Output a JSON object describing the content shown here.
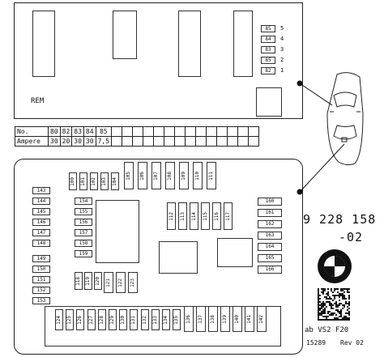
{
  "rem_label": "REM",
  "rem_fuses": [
    {
      "num": "85",
      "pos": "5"
    },
    {
      "num": "84",
      "pos": "4"
    },
    {
      "num": "83",
      "pos": "3"
    },
    {
      "num": "85",
      "pos": "2"
    },
    {
      "num": "82",
      "pos": "1"
    }
  ],
  "ampere_table": {
    "row_labels": [
      "No.",
      "Ampere"
    ],
    "numbers": [
      "80",
      "82",
      "83",
      "84",
      "85"
    ],
    "amperes": [
      "30",
      "20",
      "30",
      "30",
      "7,5"
    ]
  },
  "left_fuses": [
    "143",
    "144",
    "145",
    "146",
    "147",
    "148",
    "149",
    "150",
    "151",
    "152",
    "153"
  ],
  "middle_fuses": [
    "154",
    "155",
    "156",
    "157",
    "158",
    "159"
  ],
  "right_fuses": [
    "160",
    "161",
    "162",
    "163",
    "164",
    "165",
    "166"
  ],
  "top_vertical_fuses": [
    "100",
    "101",
    "102",
    "103",
    "104",
    "105",
    "106",
    "107",
    "108",
    "109",
    "110",
    "111"
  ],
  "mid_vertical_fuses": [
    "112",
    "113",
    "114",
    "115",
    "116",
    "117"
  ],
  "lower_vertical_fuses": [
    "118",
    "119",
    "120",
    "121",
    "122",
    "123"
  ],
  "bottom_vertical_fuses": [
    "124",
    "125",
    "126",
    "127",
    "128",
    "129",
    "130",
    "131",
    "132",
    "133",
    "134",
    "135",
    "136",
    "137",
    "138",
    "139",
    "140",
    "141",
    "142"
  ],
  "part_number_line1": "9 228 158",
  "part_number_line2": "-02",
  "footer_variant": "ab VS2 F20",
  "footer_code": "15289",
  "footer_rev": "Rev 02"
}
